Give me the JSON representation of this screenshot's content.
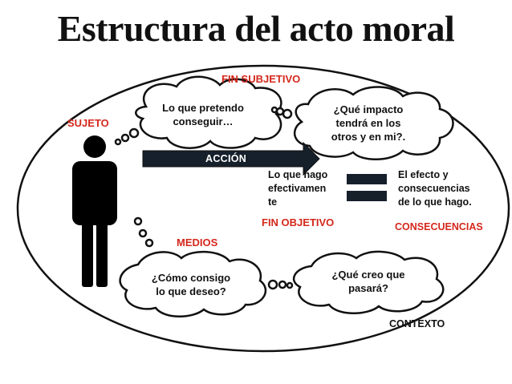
{
  "title": "Estructura del acto moral",
  "labels": {
    "fin_subjetivo": "FIN SUBJETIVO",
    "sujeto": "SUJETO",
    "accion": "ACCIÓN",
    "fin_objetivo": "FIN OBJETIVO",
    "consecuencias": "CONSECUENCIAS",
    "medios": "MEDIOS",
    "contexto": "CONTEXTO"
  },
  "clouds": {
    "pretendo": [
      "Lo que pretendo",
      "conseguir…"
    ],
    "impacto": [
      "¿Qué impacto",
      "tendrá en los",
      "otros y en mi?."
    ],
    "consigo": [
      "¿Cómo consigo",
      "lo que deseo?"
    ],
    "pasara": [
      "¿Qué creo que",
      "pasará?"
    ]
  },
  "texts": {
    "hago": [
      "Lo que hago",
      "efectivamen",
      "te"
    ],
    "efecto": [
      "El efecto y",
      "consecuencias",
      "de lo que hago."
    ]
  },
  "colors": {
    "accent": "#d4281c",
    "text": "#111111",
    "arrow_fill": "#15202b"
  },
  "icons": {
    "person": "person-silhouette-icon",
    "equals": "equals-sign-icon",
    "arrow": "right-arrow-icon"
  }
}
